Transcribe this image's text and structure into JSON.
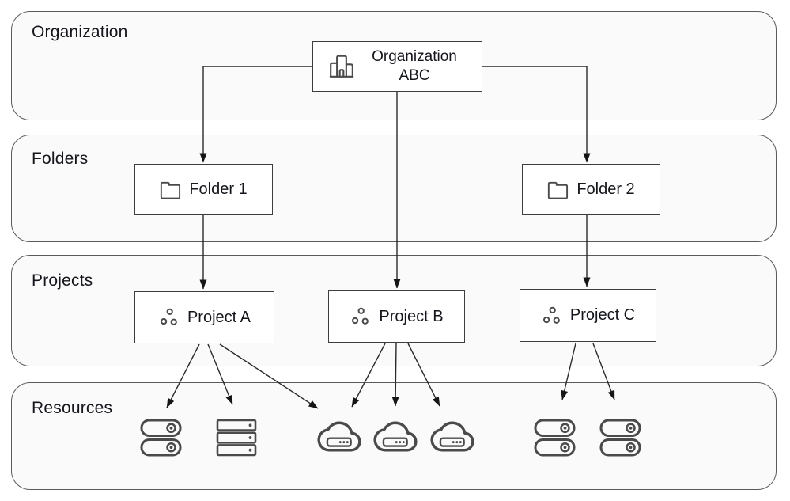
{
  "bands": {
    "organization": {
      "label": "Organization"
    },
    "folders": {
      "label": "Folders"
    },
    "projects": {
      "label": "Projects"
    },
    "resources": {
      "label": "Resources"
    }
  },
  "nodes": {
    "organization_abc": {
      "label": "Organization ABC",
      "icon": "organization-building-icon"
    },
    "folder_1": {
      "label": "Folder 1",
      "icon": "folder-icon"
    },
    "folder_2": {
      "label": "Folder 2",
      "icon": "folder-icon"
    },
    "project_a": {
      "label": "Project A",
      "icon": "project-dots-icon"
    },
    "project_b": {
      "label": "Project B",
      "icon": "project-dots-icon"
    },
    "project_c": {
      "label": "Project C",
      "icon": "project-dots-icon"
    }
  },
  "resources": {
    "items": [
      {
        "icon": "disk-stack-icon",
        "under": "project_a"
      },
      {
        "icon": "server-rack-icon",
        "under": "project_a"
      },
      {
        "icon": "cloud-service-icon",
        "under": "project_b"
      },
      {
        "icon": "cloud-service-icon",
        "under": "project_b"
      },
      {
        "icon": "cloud-service-icon",
        "under": "project_b"
      },
      {
        "icon": "disk-stack-icon",
        "under": "project_c"
      },
      {
        "icon": "disk-stack-icon",
        "under": "project_c"
      }
    ]
  },
  "edges": [
    {
      "from": "organization_abc",
      "to": "folder_1"
    },
    {
      "from": "organization_abc",
      "to": "project_b"
    },
    {
      "from": "organization_abc",
      "to": "folder_2"
    },
    {
      "from": "folder_1",
      "to": "project_a"
    },
    {
      "from": "folder_2",
      "to": "project_c"
    },
    {
      "from": "project_a",
      "to": "resource_disk_stack_1"
    },
    {
      "from": "project_a",
      "to": "resource_server_rack"
    },
    {
      "from": "project_a",
      "to": "resource_cloud_1"
    },
    {
      "from": "project_b",
      "to": "resource_cloud_1"
    },
    {
      "from": "project_b",
      "to": "resource_cloud_2"
    },
    {
      "from": "project_b",
      "to": "resource_cloud_3"
    },
    {
      "from": "project_c",
      "to": "resource_disk_stack_2"
    },
    {
      "from": "project_c",
      "to": "resource_disk_stack_3"
    }
  ],
  "colors": {
    "band_fill": "#fafafa",
    "band_border": "#5a5a5a",
    "box_border": "#3d3d3d",
    "icon_stroke": "#4a4a4a",
    "text": "#14161c",
    "connector": "#2a2a2a"
  }
}
